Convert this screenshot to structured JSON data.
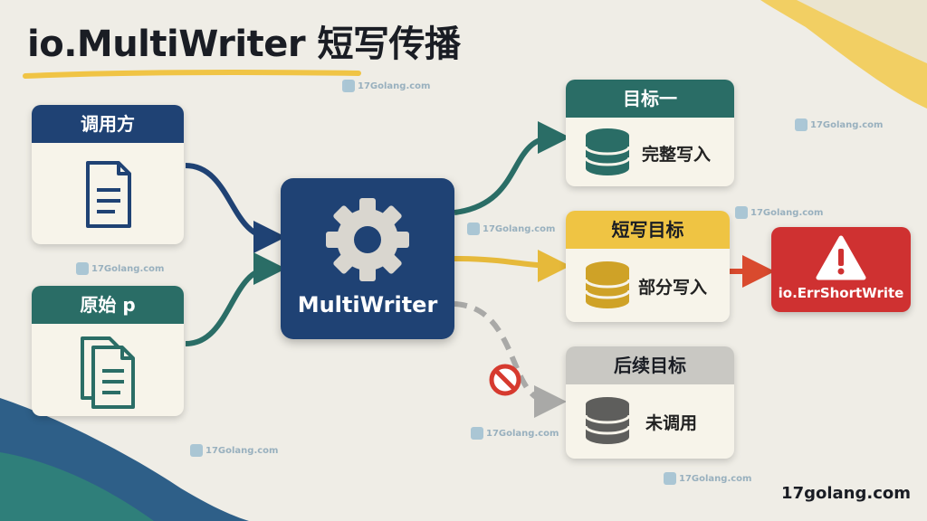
{
  "title": "io.MultiWriter 短写传播",
  "caller": {
    "header": "调用方"
  },
  "source": {
    "header": "原始 p"
  },
  "multiwriter": {
    "label": "MultiWriter"
  },
  "target1": {
    "header": "目标一",
    "label": "完整写入"
  },
  "target2": {
    "header": "短写目标",
    "label": "部分写入"
  },
  "target3": {
    "header": "后续目标",
    "label": "未调用"
  },
  "error": {
    "label": "io.ErrShortWrite"
  },
  "watermark": "17Golang.com",
  "site": "17golang.com",
  "colors": {
    "navy": "#1f4274",
    "teal": "#2a6d66",
    "yellow": "#e6b93a",
    "gray": "#a9a9a7",
    "red": "#cf3131"
  }
}
